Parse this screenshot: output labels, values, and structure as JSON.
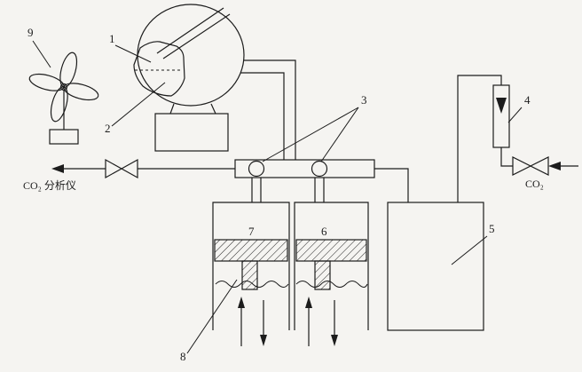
{
  "diagram": {
    "ink_color": "#1c1c1c",
    "background_color": "#f5f4f1",
    "callouts": {
      "c1": "1",
      "c2": "2",
      "c3": "3",
      "c4": "4",
      "c5": "5",
      "c6": "6",
      "c7": "7",
      "c8": "8",
      "c9": "9"
    },
    "texts": {
      "co2_analyzer": "CO₂ 分析仪",
      "co2_inlet": "CO₂"
    }
  }
}
